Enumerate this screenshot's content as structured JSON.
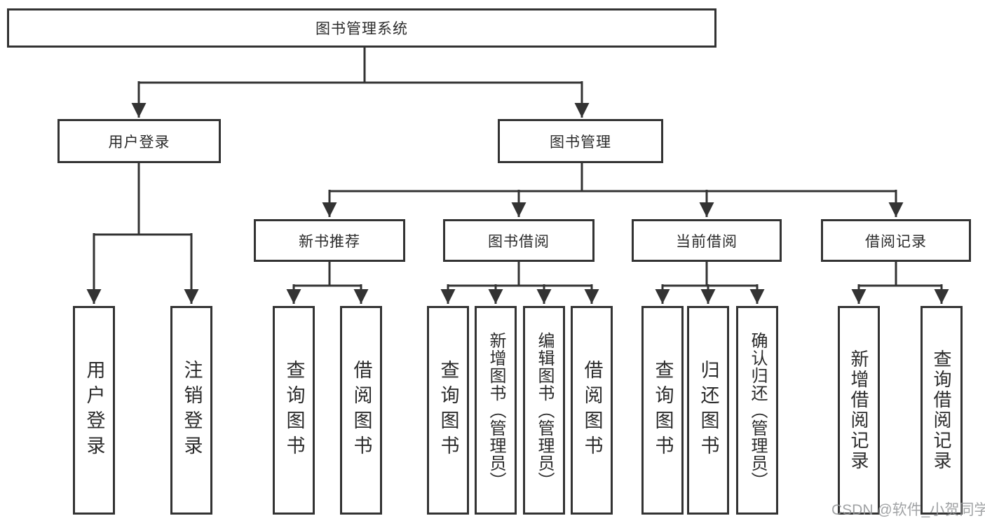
{
  "diagram": {
    "root": {
      "label": "图书管理系统"
    },
    "level2": [
      {
        "label": "用户登录"
      },
      {
        "label": "图书管理"
      }
    ],
    "level3": [
      {
        "label": "新书推荐"
      },
      {
        "label": "图书借阅"
      },
      {
        "label": "当前借阅"
      },
      {
        "label": "借阅记录"
      }
    ],
    "leaves": [
      {
        "label": "用户登录"
      },
      {
        "label": "注销登录"
      },
      {
        "label": "查询图书"
      },
      {
        "label": "借阅图书"
      },
      {
        "label": "查询图书"
      },
      {
        "label": "新增图书（管理员）"
      },
      {
        "label": "编辑图书（管理员）"
      },
      {
        "label": "借阅图书"
      },
      {
        "label": "查询图书"
      },
      {
        "label": "归还图书"
      },
      {
        "label": "确认归还（管理员）"
      },
      {
        "label": "新增借阅记录"
      },
      {
        "label": "查询借阅记录"
      }
    ],
    "watermark": "CSDN @软件_小贺同学",
    "colors": {
      "line": "#333333",
      "text": "#2b2b2b",
      "watermark": "#949699",
      "background": "#ffffff"
    }
  }
}
